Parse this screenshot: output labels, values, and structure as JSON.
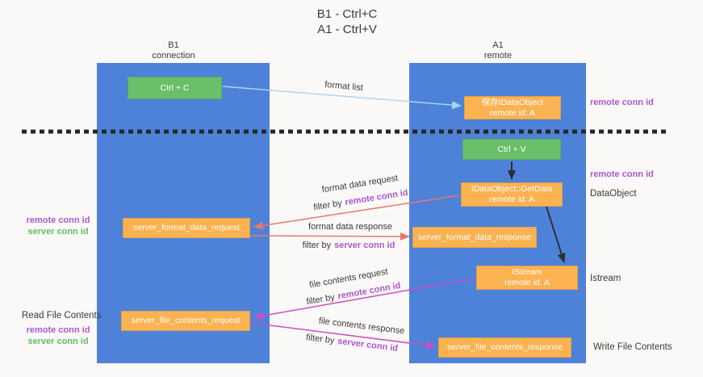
{
  "title": {
    "line1": "B1 - Ctrl+C",
    "line2": "A1 - Ctrl+V"
  },
  "lanes": {
    "left": {
      "name": "B1",
      "sub": "connection"
    },
    "right": {
      "name": "A1",
      "sub": "remote"
    }
  },
  "boxes": {
    "ctrl_c": "Ctrl + C",
    "ctrl_v": "Ctrl + V",
    "save_dataobject": {
      "line1": "保存IDataObject",
      "line2": "remote id: A"
    },
    "getdata": {
      "line1": "IDataObject::GetData",
      "line2": "remote id: A"
    },
    "istream": {
      "line1": "IStream",
      "line2": "remote id: A"
    },
    "server_format_data_request": "server_format_data_request",
    "server_format_data_response": "server_format_data_response",
    "server_file_contents_request": "server_file_contents_request",
    "server_file_contents_response": "server_file_contents_response"
  },
  "edge_labels": {
    "format_list": "format list",
    "format_data_request": "format data request",
    "format_data_response": "format data response",
    "file_contents_request": "file contents request",
    "file_contents_response": "file contents response",
    "filter_by": "filter by",
    "remote_conn_id": "remote conn id",
    "server_conn_id": "server conn id"
  },
  "side_labels": {
    "remote_conn_id": "remote conn id",
    "server_conn_id": "server conn id",
    "dataobject": "DataObject",
    "istream": "Istream",
    "read_file_contents": "Read File Contents",
    "write_file_contents": "Write File Contents"
  },
  "colors": {
    "background": "#faf9f7",
    "lane_blue": "#4d82d8",
    "box_orange": "#fbb251",
    "box_green": "#6abf69",
    "arrow_salmon": "#e8766e",
    "arrow_magenta": "#ca4ec6",
    "arrow_lightblue": "#a9d4f0",
    "arrow_black": "#2f2f2f",
    "text_purple": "#ab57cf",
    "text_green": "#5fbf63",
    "text_dark": "#3b3b3b"
  }
}
